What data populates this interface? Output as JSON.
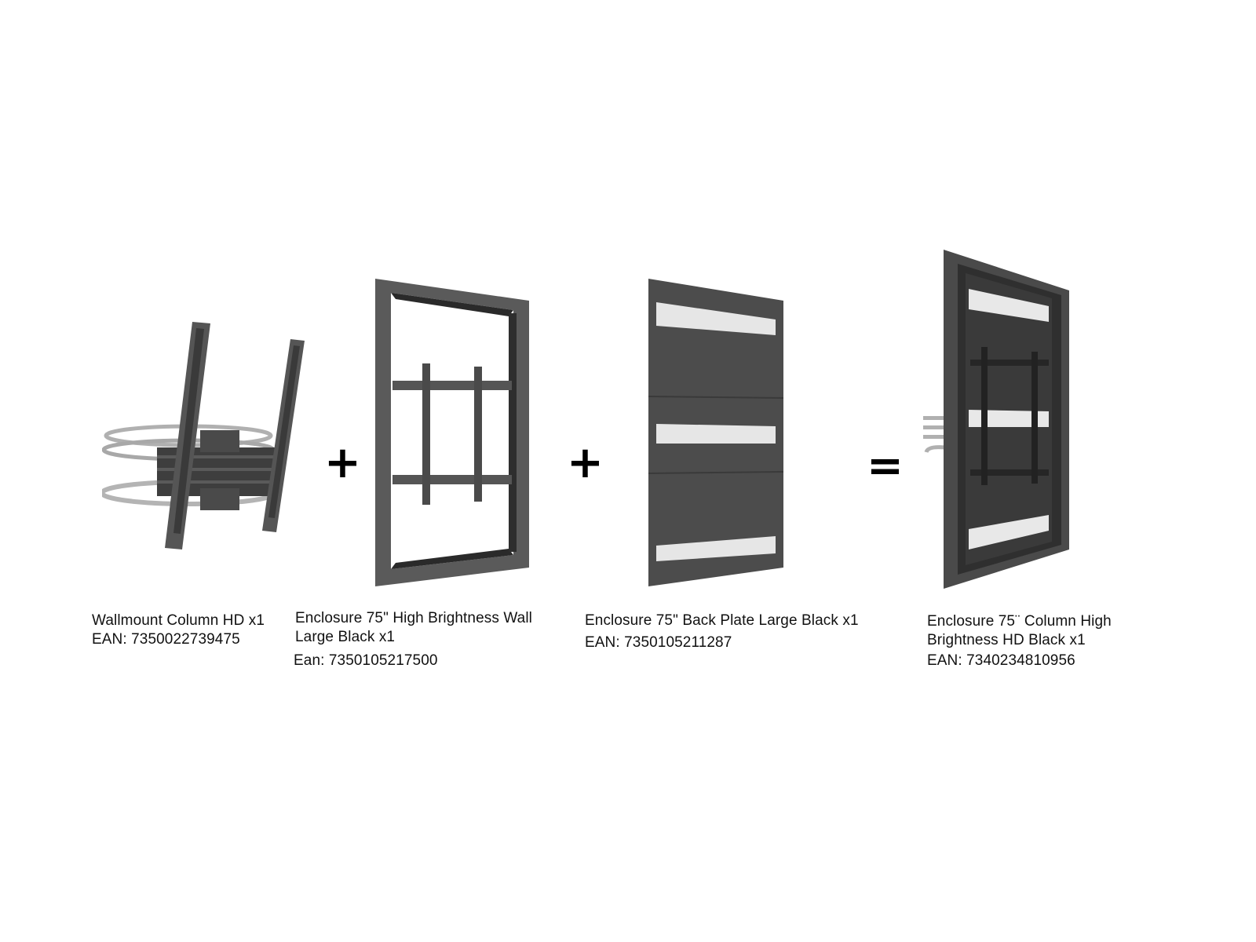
{
  "products": [
    {
      "name": "Wallmount Column HD x1",
      "ean": "EAN: 7350022739475"
    },
    {
      "name": "Enclosure 75\" High Brightness Wall Large Black x1",
      "ean": "Ean: 7350105217500"
    },
    {
      "name": "Enclosure 75\" Back Plate Large Black x1",
      "ean": "EAN: 7350105211287"
    },
    {
      "name": "Enclosure 75¨ Column High Brightness HD Black x1",
      "ean": "EAN: 7340234810956"
    }
  ],
  "operators": {
    "plus": "+",
    "equals": "="
  },
  "colors": {
    "metal": "#4a4a4a",
    "metal_dark": "#2e2e2e",
    "metal_light": "#6a6a6a",
    "steel": "#b8b8b8"
  }
}
